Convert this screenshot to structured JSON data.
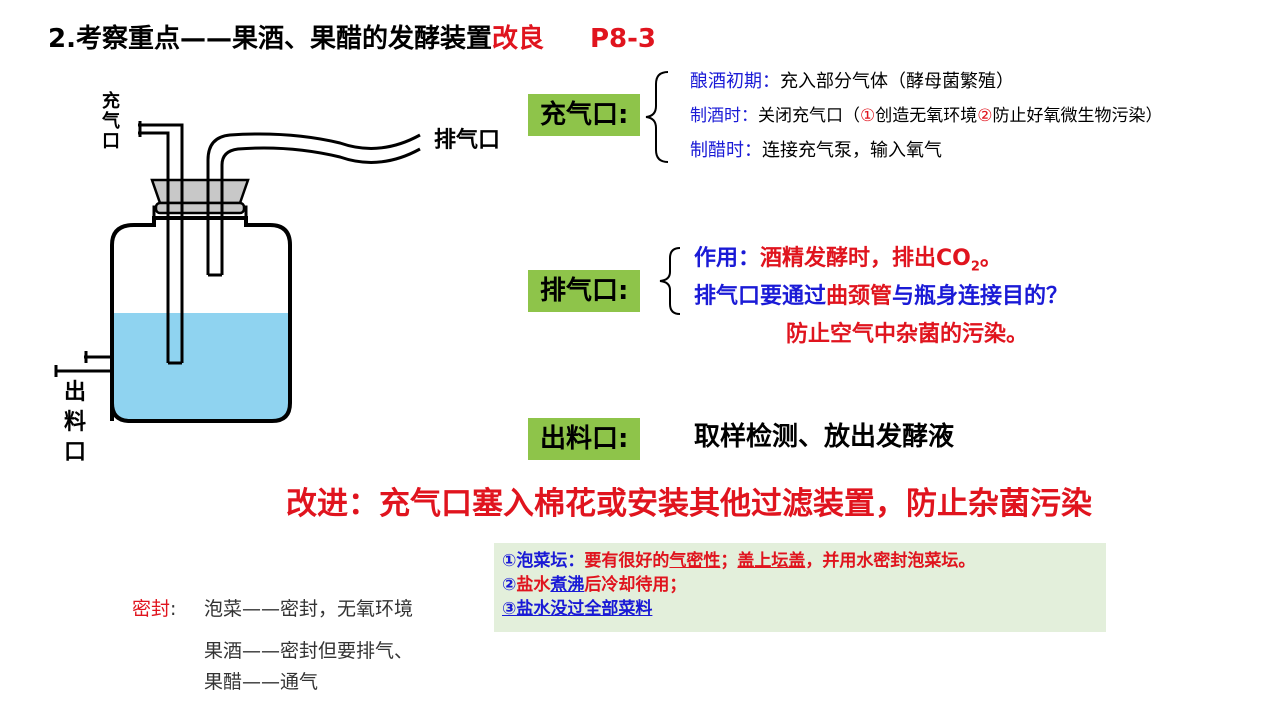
{
  "title": {
    "main": "2.考察重点——果酒、果醋的发酵装置",
    "highlight": "改良",
    "page_ref": "P8-3"
  },
  "diagram": {
    "inlet_label": "充\n气\n口",
    "exhaust_label": "排气口",
    "outlet_label": "出\n料\n口",
    "colors": {
      "liquid": "#8fd3f0",
      "stopper": "#c8c8c8",
      "outline": "#000000"
    }
  },
  "inlet": {
    "tag": "充气口:",
    "items": [
      {
        "label": "酿酒初期：",
        "text": "充入部分气体（酵母菌繁殖）"
      },
      {
        "label": "制酒时：",
        "text_a": "关闭充气口（",
        "n1": "①",
        "t1": "创造无氧环境",
        "n2": "②",
        "t2": "防止好氧微生物污染）"
      },
      {
        "label": "制醋时：",
        "text": "连接充气泵，输入氧气"
      }
    ]
  },
  "exhaust": {
    "tag": "排气口:",
    "line1_label": "作用：",
    "line1_text": "酒精发酵时，排出CO",
    "line1_sub": "2",
    "line1_end": "。",
    "line2_a": "排气口要通过",
    "line2_b": "曲颈管",
    "line2_c": "与瓶身连接目的？",
    "line3": "防止空气中杂菌的污染。"
  },
  "outlet": {
    "tag": "出料口:",
    "text": "取样检测、放出发酵液"
  },
  "improvement": "改进：充气口塞入棉花或安装其他过滤装置，防止杂菌污染",
  "tips": {
    "l1_a": "①泡菜坛：",
    "l1_b": "要有很好的",
    "l1_c": "气密性",
    "l1_d": "；",
    "l1_e": "盖上坛盖",
    "l1_f": "，并用水密封泡菜坛。",
    "l2_a": "②",
    "l2_b": "盐水",
    "l2_c": "煮沸",
    "l2_d": "后冷却待用；",
    "l3": "③盐水没过全部菜料"
  },
  "seal": {
    "label": "密封",
    "colon": ":",
    "l1": "泡菜——密封，无氧环境",
    "l2": "果酒——密封但要排气、",
    "l3": "果醋——通气"
  }
}
